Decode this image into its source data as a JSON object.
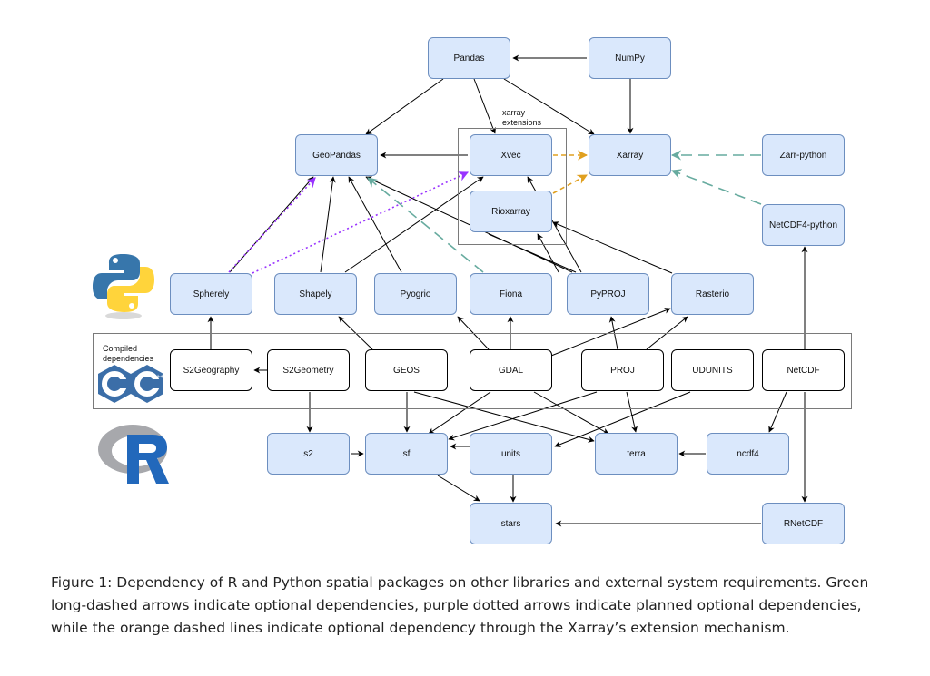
{
  "labels": {
    "xarray_extensions": "xarray extensions",
    "compiled_dependencies": "Compiled dependencies"
  },
  "nodes": {
    "pandas": "Pandas",
    "numpy": "NumPy",
    "geopandas": "GeoPandas",
    "xvec": "Xvec",
    "xarray": "Xarray",
    "zarr_python": "Zarr-python",
    "rioxarray": "Rioxarray",
    "netcdf4_python": "NetCDF4-python",
    "spherely": "Spherely",
    "shapely": "Shapely",
    "pyogrio": "Pyogrio",
    "fiona": "Fiona",
    "pyproj": "PyPROJ",
    "rasterio": "Rasterio",
    "s2geography": "S2Geography",
    "s2geometry": "S2Geometry",
    "geos": "GEOS",
    "gdal": "GDAL",
    "proj": "PROJ",
    "udunits": "UDUNITS",
    "netcdf": "NetCDF",
    "s2": "s2",
    "sf": "sf",
    "units": "units",
    "terra": "terra",
    "ncdf4": "ncdf4",
    "stars": "stars",
    "rnetcdf": "RNetCDF"
  },
  "caption": "Figure 1: Dependency of R and Python spatial packages on other libraries and external system requirements. Green long-dashed arrows indicate optional dependencies, purple dotted arrows indicate planned optional dependencies, while the orange dashed lines indicate optional dependency through the Xarray’s extension mechanism.",
  "colors": {
    "node_fill": "#dae8fc",
    "node_border": "#6c8ebf",
    "optional_green": "#67ab9f",
    "planned_purple": "#9933ff",
    "extension_orange": "#e0a020"
  },
  "icons": [
    "python-logo",
    "cpp-logo",
    "r-logo"
  ]
}
